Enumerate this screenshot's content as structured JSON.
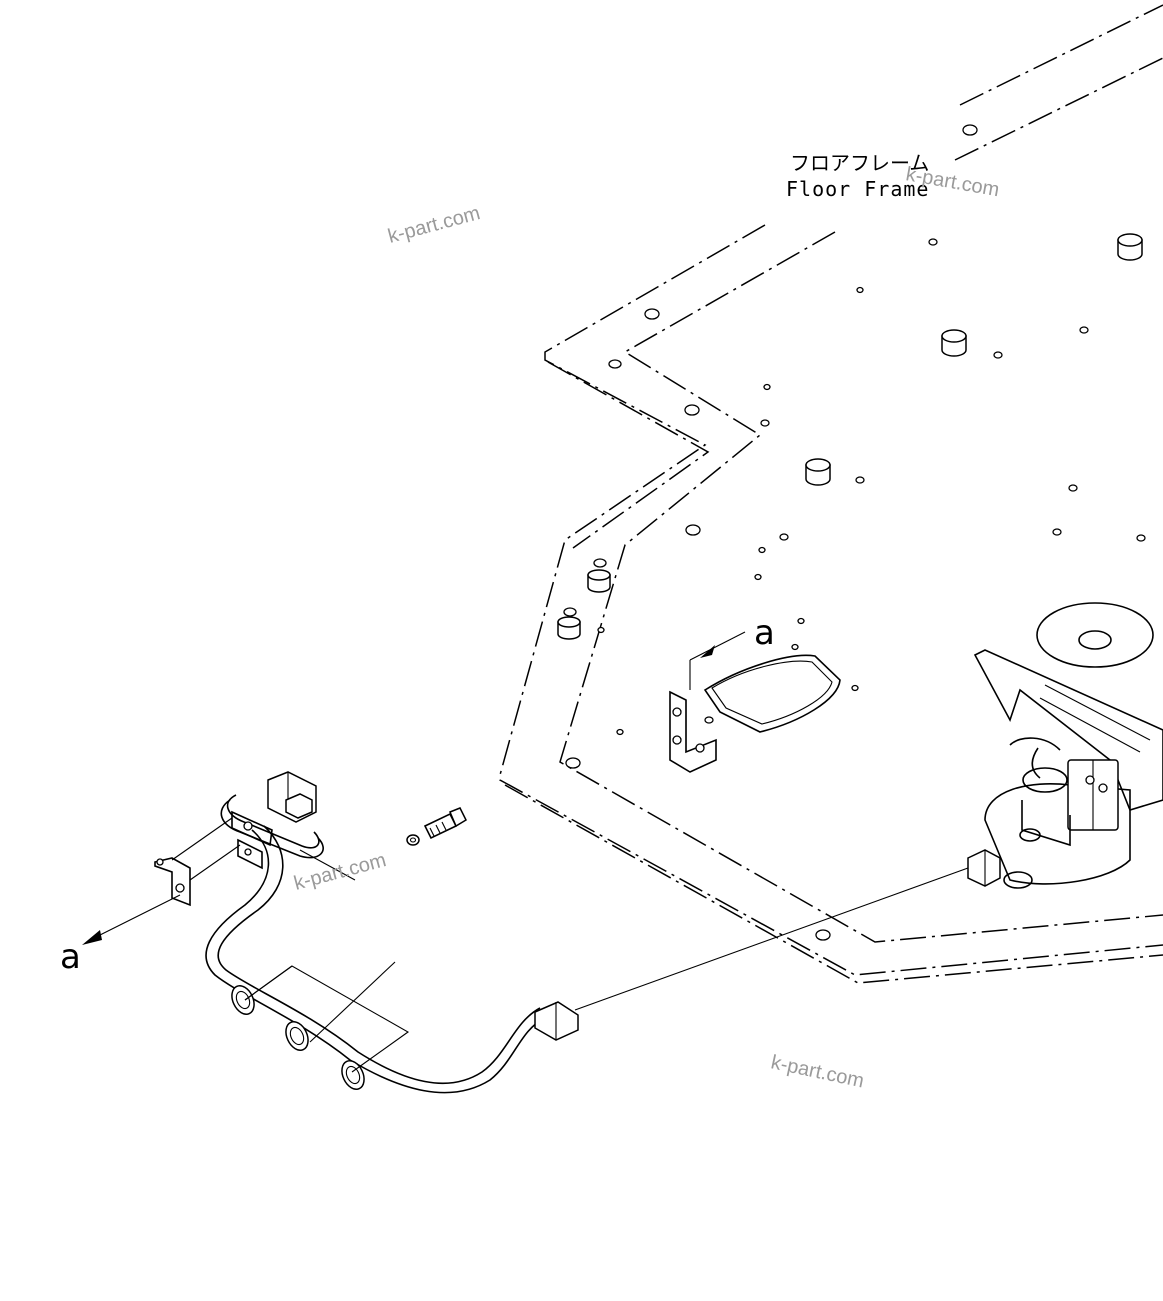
{
  "labels": {
    "floor_frame_jp": "フロアフレーム",
    "floor_frame_en": "Floor Frame",
    "callout_a_upper": "a",
    "callout_a_lower": "a"
  },
  "watermarks": [
    "k-part.com",
    "k-part.com",
    "k-part.com",
    "k-part.com"
  ],
  "colors": {
    "line": "#000000",
    "background": "#ffffff",
    "watermark": "#9a9a9a"
  }
}
